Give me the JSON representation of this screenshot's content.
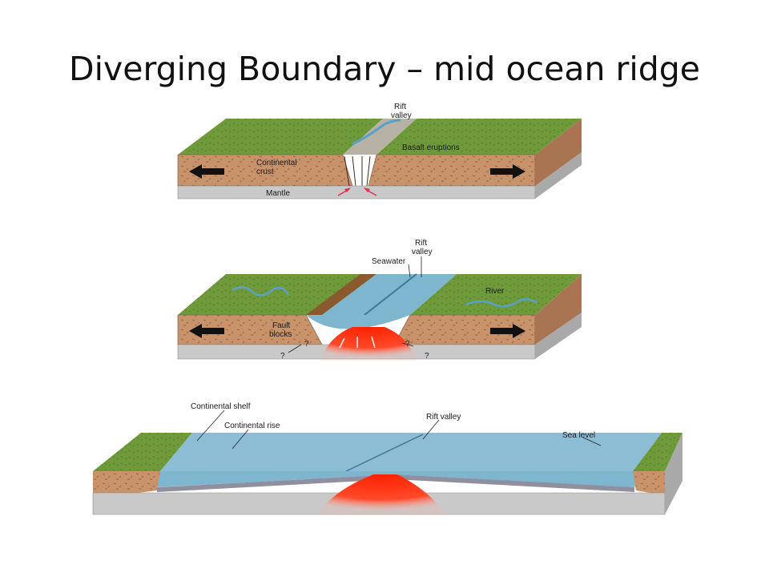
{
  "title": "Diverging Boundary – mid ocean ridge",
  "panel1": {
    "labels": {
      "rift_valley_1": "Rift",
      "rift_valley_2": "valley",
      "basalt": "Basalt eruptions",
      "crust_1": "Continental",
      "crust_2": "crust",
      "mantle": "Mantle"
    }
  },
  "panel2": {
    "labels": {
      "rift_valley_1": "Rift",
      "rift_valley_2": "valley",
      "seawater": "Seawater",
      "river": "River",
      "fault_1": "Fault",
      "fault_2": "blocks",
      "q1": "?",
      "q2": "?",
      "q3": "?",
      "q4": "?"
    }
  },
  "panel3": {
    "labels": {
      "shelf": "Continental shelf",
      "rise": "Continental rise",
      "rift": "Rift valley",
      "sea_level": "Sea level"
    }
  },
  "colors": {
    "grass": "#6f9a3a",
    "crust": "#c8926a",
    "mantle": "#c9c9c9",
    "water": "#7fb6cf",
    "magma": "#ff3b1f"
  }
}
